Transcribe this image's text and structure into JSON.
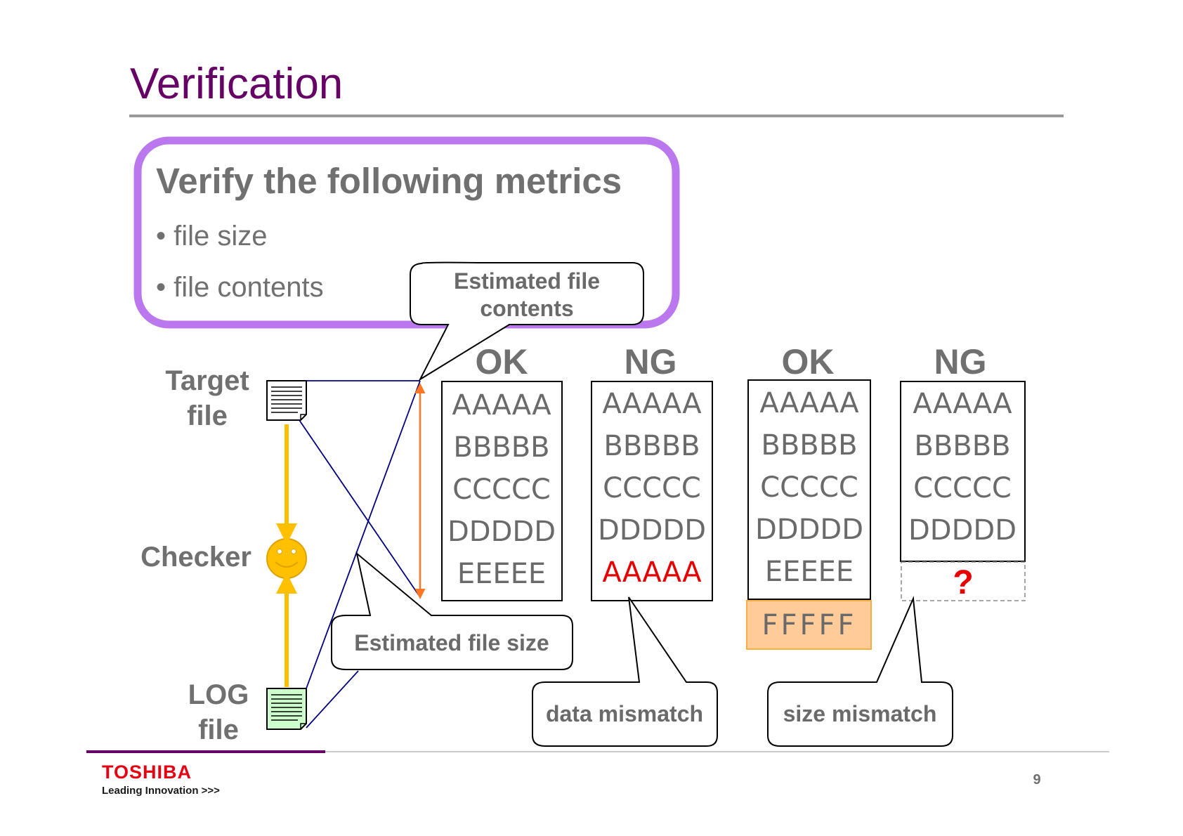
{
  "slide": {
    "title": "Verification",
    "page_number": "9"
  },
  "metrics": {
    "heading": "Verify the following metrics",
    "items": [
      "• file size",
      "• file contents"
    ]
  },
  "labels": {
    "target": [
      "Target",
      "file"
    ],
    "checker": "Checker",
    "log": [
      "LOG",
      "file"
    ]
  },
  "callouts": {
    "estimated_contents": [
      "Estimated file",
      "contents"
    ],
    "estimated_size": "Estimated file size",
    "data_mismatch": "data mismatch",
    "size_mismatch": "size mismatch"
  },
  "columns": [
    {
      "status": "OK",
      "rows": [
        "AAAAA",
        "BBBBB",
        "CCCCC",
        "DDDDD",
        "EEEEE"
      ]
    },
    {
      "status": "NG",
      "rows": [
        "AAAAA",
        "BBBBB",
        "CCCCC",
        "DDDDD",
        "AAAAA"
      ],
      "mismatch_row": 4
    },
    {
      "status": "OK",
      "rows": [
        "AAAAA",
        "BBBBB",
        "CCCCC",
        "DDDDD",
        "EEEEE"
      ],
      "extra": "FFFFF"
    },
    {
      "status": "NG",
      "rows": [
        "AAAAA",
        "BBBBB",
        "CCCCC",
        "DDDDD"
      ],
      "missing": "?"
    }
  ],
  "footer": {
    "brand": "TOSHIBA",
    "tagline": "Leading Innovation >>>"
  },
  "colors": {
    "title": "#660066",
    "metrics_border": "#bb77ee",
    "arrow_yellow": "#ffc000",
    "arrow_orange": "#ff7722",
    "line_navy": "#000080",
    "mismatch_red": "#e60000",
    "extra_fill": "#ffcc99",
    "brand_red": "#e60012"
  }
}
